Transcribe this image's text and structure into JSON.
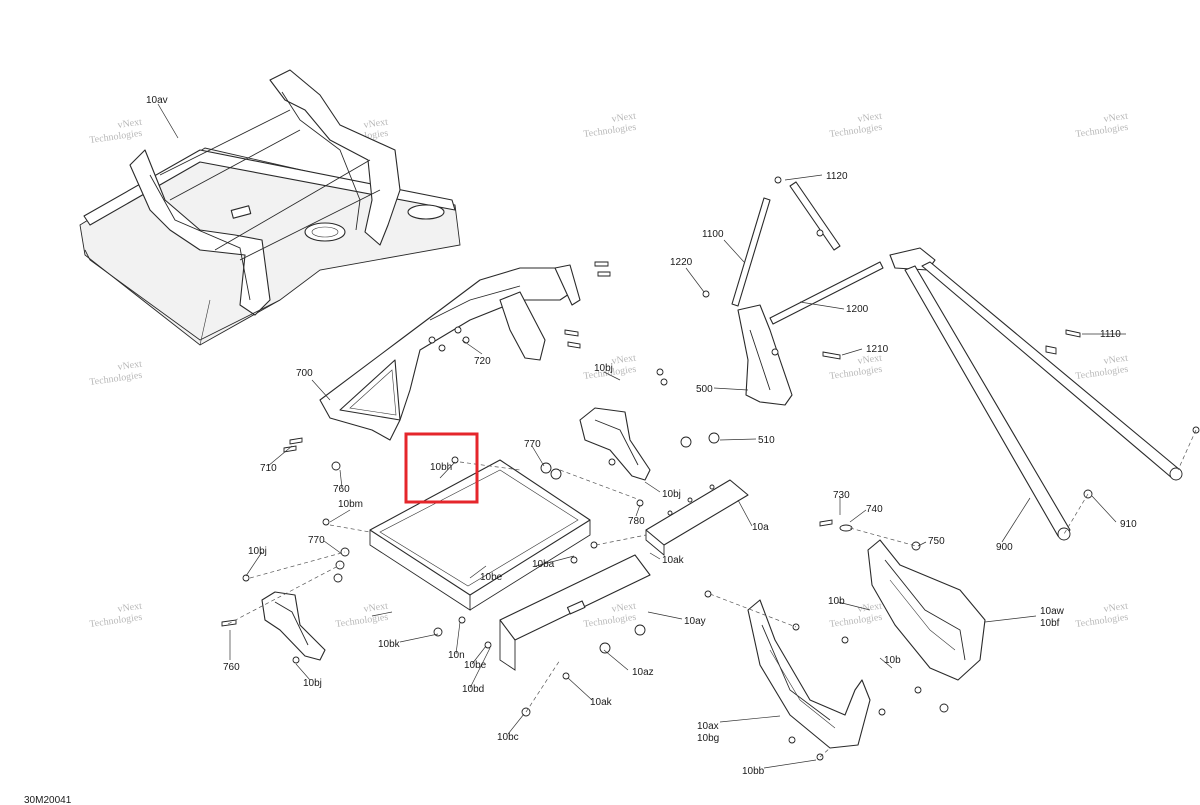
{
  "diagram_id": "30M20041",
  "watermark_line1": "vNext",
  "watermark_line2": "Technologies",
  "highlight_color": "#e5262b",
  "labels": {
    "l10av": "10av",
    "l1120": "1120",
    "l1100": "1100",
    "l1220": "1220",
    "l1200": "1200",
    "l1110": "1110",
    "l1210": "1210",
    "l700": "700",
    "l720": "720",
    "l10bj_a": "10bj",
    "l500": "500",
    "l510": "510",
    "l710": "710",
    "l770_a": "770",
    "l10bh": "10bh",
    "l10bj_b": "10bj",
    "l760_a": "760",
    "l780": "780",
    "l10bm": "10bm",
    "l10a": "10a",
    "l730": "730",
    "l740": "740",
    "l910": "910",
    "l750": "750",
    "l900": "900",
    "l10bj_c": "10bj",
    "l770_b": "770",
    "l10ak_a": "10ak",
    "l10ba": "10ba",
    "l10be_a": "10be",
    "l10b_a": "10b",
    "l10aw": "10aw",
    "l10bf": "10bf",
    "l10ay": "10ay",
    "l10bk": "10bk",
    "l10n": "10n",
    "l10be_b": "10be",
    "l10az": "10az",
    "l760_b": "760",
    "l10bj_d": "10bj",
    "l10bd": "10bd",
    "l10b_b": "10b",
    "l10ak_b": "10ak",
    "l10ax": "10ax",
    "l10bg": "10bg",
    "l10bc": "10bc",
    "l10bb": "10bb"
  }
}
